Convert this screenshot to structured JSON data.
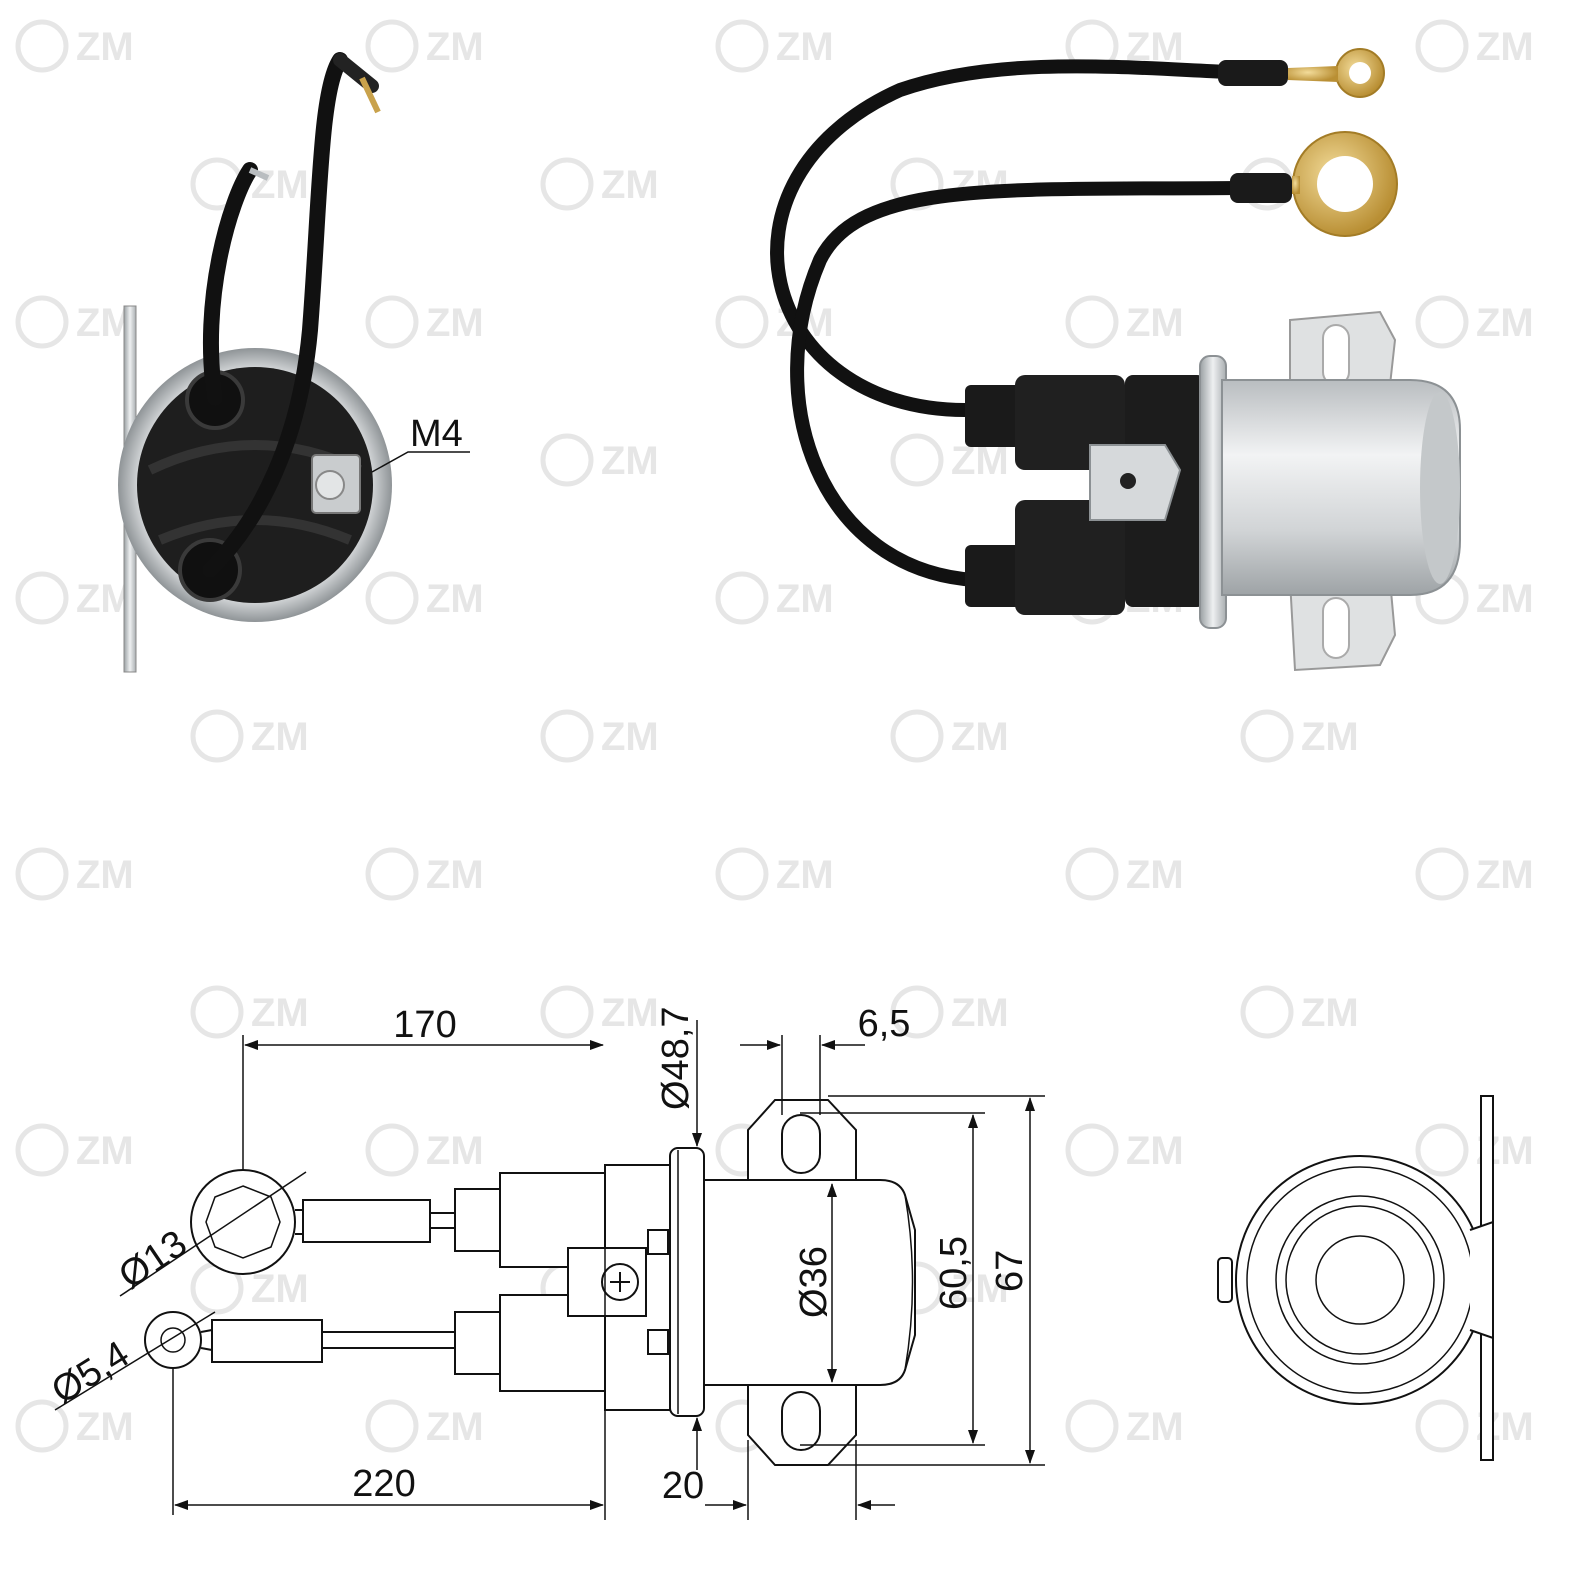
{
  "watermark": {
    "text": "ZM",
    "color": "#e6e6e6"
  },
  "photos": {
    "end_view": {
      "callout_label": "M4"
    },
    "side_view": {}
  },
  "drawing": {
    "dimensions": {
      "cable_long": "170",
      "cable_short": "220",
      "flange_diameter": "Ø48,7",
      "bracket_hole": "6,5",
      "body_diameter": "Ø36",
      "hole_spacing": "60,5",
      "bracket_height": "67",
      "flange_offset": "20",
      "ring_large": "Ø13",
      "ring_small": "Ø5,4"
    }
  },
  "colors": {
    "metal": "#cfd2d4",
    "rubber": "#1b1b1b",
    "brass": "#d8b25a",
    "line": "#111111"
  }
}
